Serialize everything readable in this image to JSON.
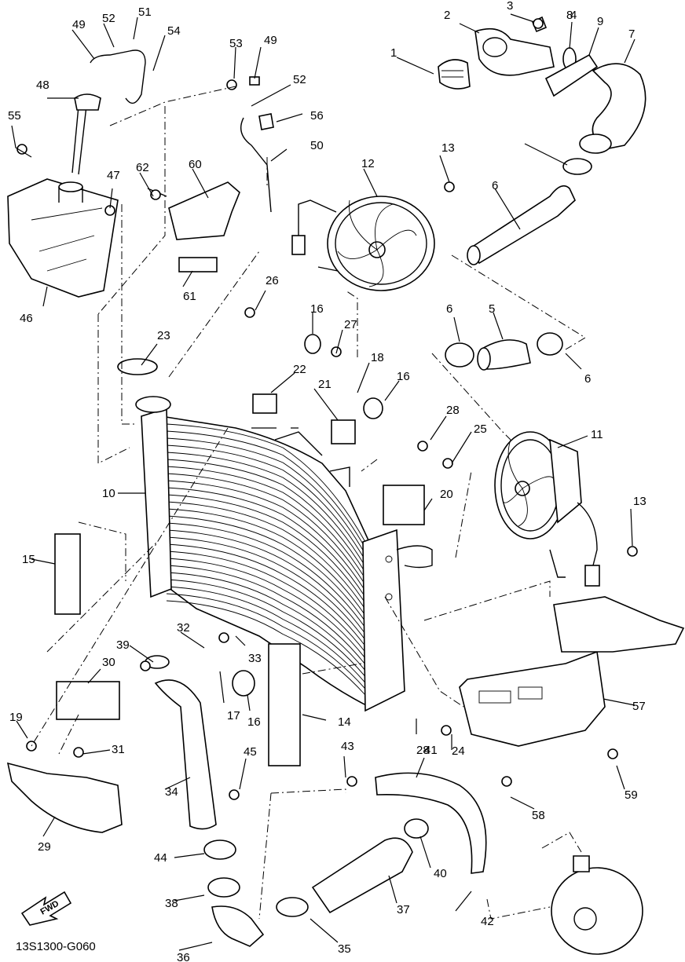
{
  "diagram": {
    "code": "13S1300-G060",
    "fwd_label": "FWD",
    "callouts": [
      "1",
      "2",
      "3",
      "4",
      "5",
      "6",
      "6",
      "6",
      "7",
      "8",
      "9",
      "10",
      "11",
      "12",
      "13",
      "13",
      "14",
      "15",
      "16",
      "16",
      "16",
      "17",
      "18",
      "19",
      "20",
      "21",
      "22",
      "23",
      "24",
      "25",
      "26",
      "27",
      "28",
      "28",
      "29",
      "30",
      "31",
      "32",
      "33",
      "34",
      "35",
      "36",
      "37",
      "38",
      "39",
      "40",
      "41",
      "42",
      "43",
      "44",
      "45",
      "46",
      "47",
      "48",
      "49",
      "49",
      "50",
      "51",
      "52",
      "52",
      "53",
      "54",
      "55",
      "56",
      "57",
      "58",
      "59",
      "60",
      "61",
      "62"
    ]
  }
}
